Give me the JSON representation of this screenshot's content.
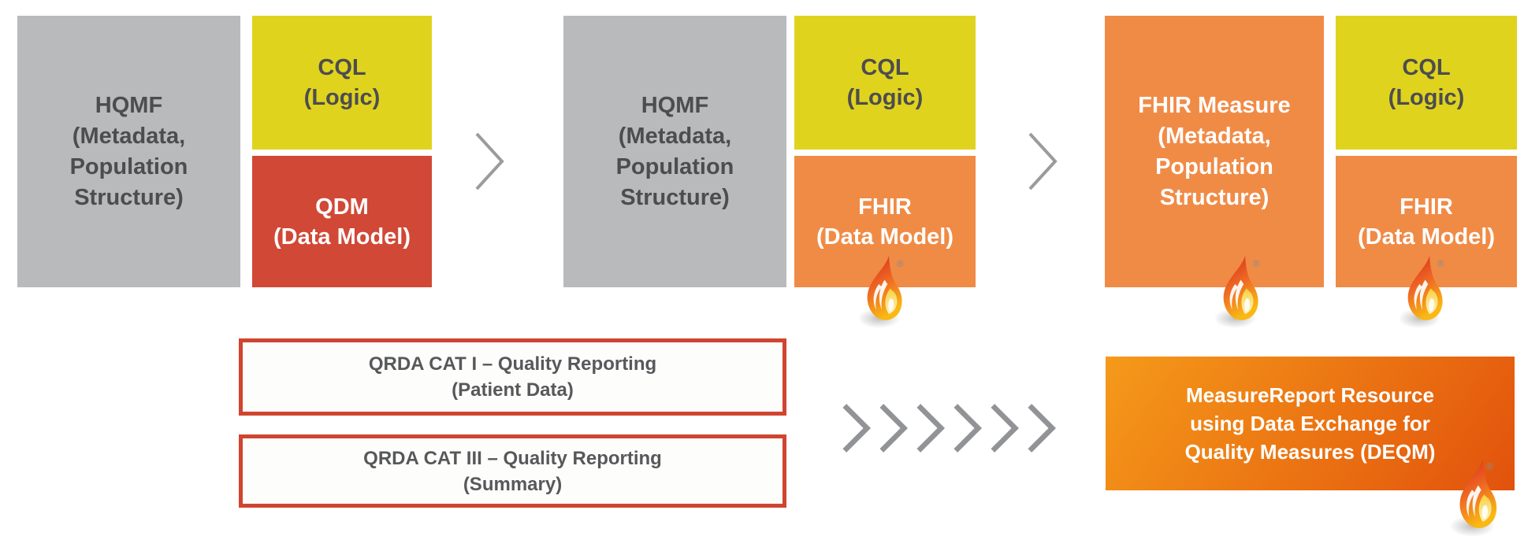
{
  "diagram": {
    "title_hint": "Quality measure standards evolution: HQMF/QDM to FHIR",
    "groups": [
      {
        "main": "HQMF\n(Metadata,\nPopulation\nStructure)",
        "logic": "CQL\n(Logic)",
        "data_model": "QDM\n(Data Model)",
        "flame_on_main": false,
        "flame_on_data_model": false
      },
      {
        "main": "HQMF\n(Metadata,\nPopulation\nStructure)",
        "logic": "CQL\n(Logic)",
        "data_model": "FHIR\n(Data Model)",
        "flame_on_main": false,
        "flame_on_data_model": true
      },
      {
        "main": "FHIR Measure\n(Metadata,\nPopulation\nStructure)",
        "logic": "CQL\n(Logic)",
        "data_model": "FHIR\n(Data Model)",
        "flame_on_main": true,
        "flame_on_data_model": true
      }
    ],
    "reporting": {
      "qrda_cat_1": "QRDA CAT I – Quality Reporting\n(Patient Data)",
      "qrda_cat_3": "QRDA CAT III – Quality Reporting\n(Summary)",
      "measure_report": "MeasureReport Resource\nusing Data Exchange for\nQuality Measures (DEQM)",
      "measure_report_has_flame": true,
      "chevron_count_between_groups": 1,
      "chevron_count_bottom_row": 6
    },
    "registered_mark": "®",
    "icons": {
      "flame": "fhir-flame-icon",
      "chevron": "chevron-right-icon"
    },
    "colors": {
      "gray_box": "#b9babc",
      "yellow_box": "#e0d31e",
      "red_box": "#d14836",
      "orange_box": "#f08b46",
      "dark_text": "#4c4d4f",
      "white_text": "#ffffff",
      "qrda_border": "#d0452f",
      "qrda_text": "#57585a",
      "chevron_gray": "#9a9b9d",
      "chevron_dark_gray": "#919396",
      "mr_gradient_start": "#f59a1a",
      "mr_gradient_end": "#e2520c",
      "flame_red": "#d7271d",
      "flame_orange": "#ef6c23",
      "flame_yellow": "#f9b814"
    }
  }
}
